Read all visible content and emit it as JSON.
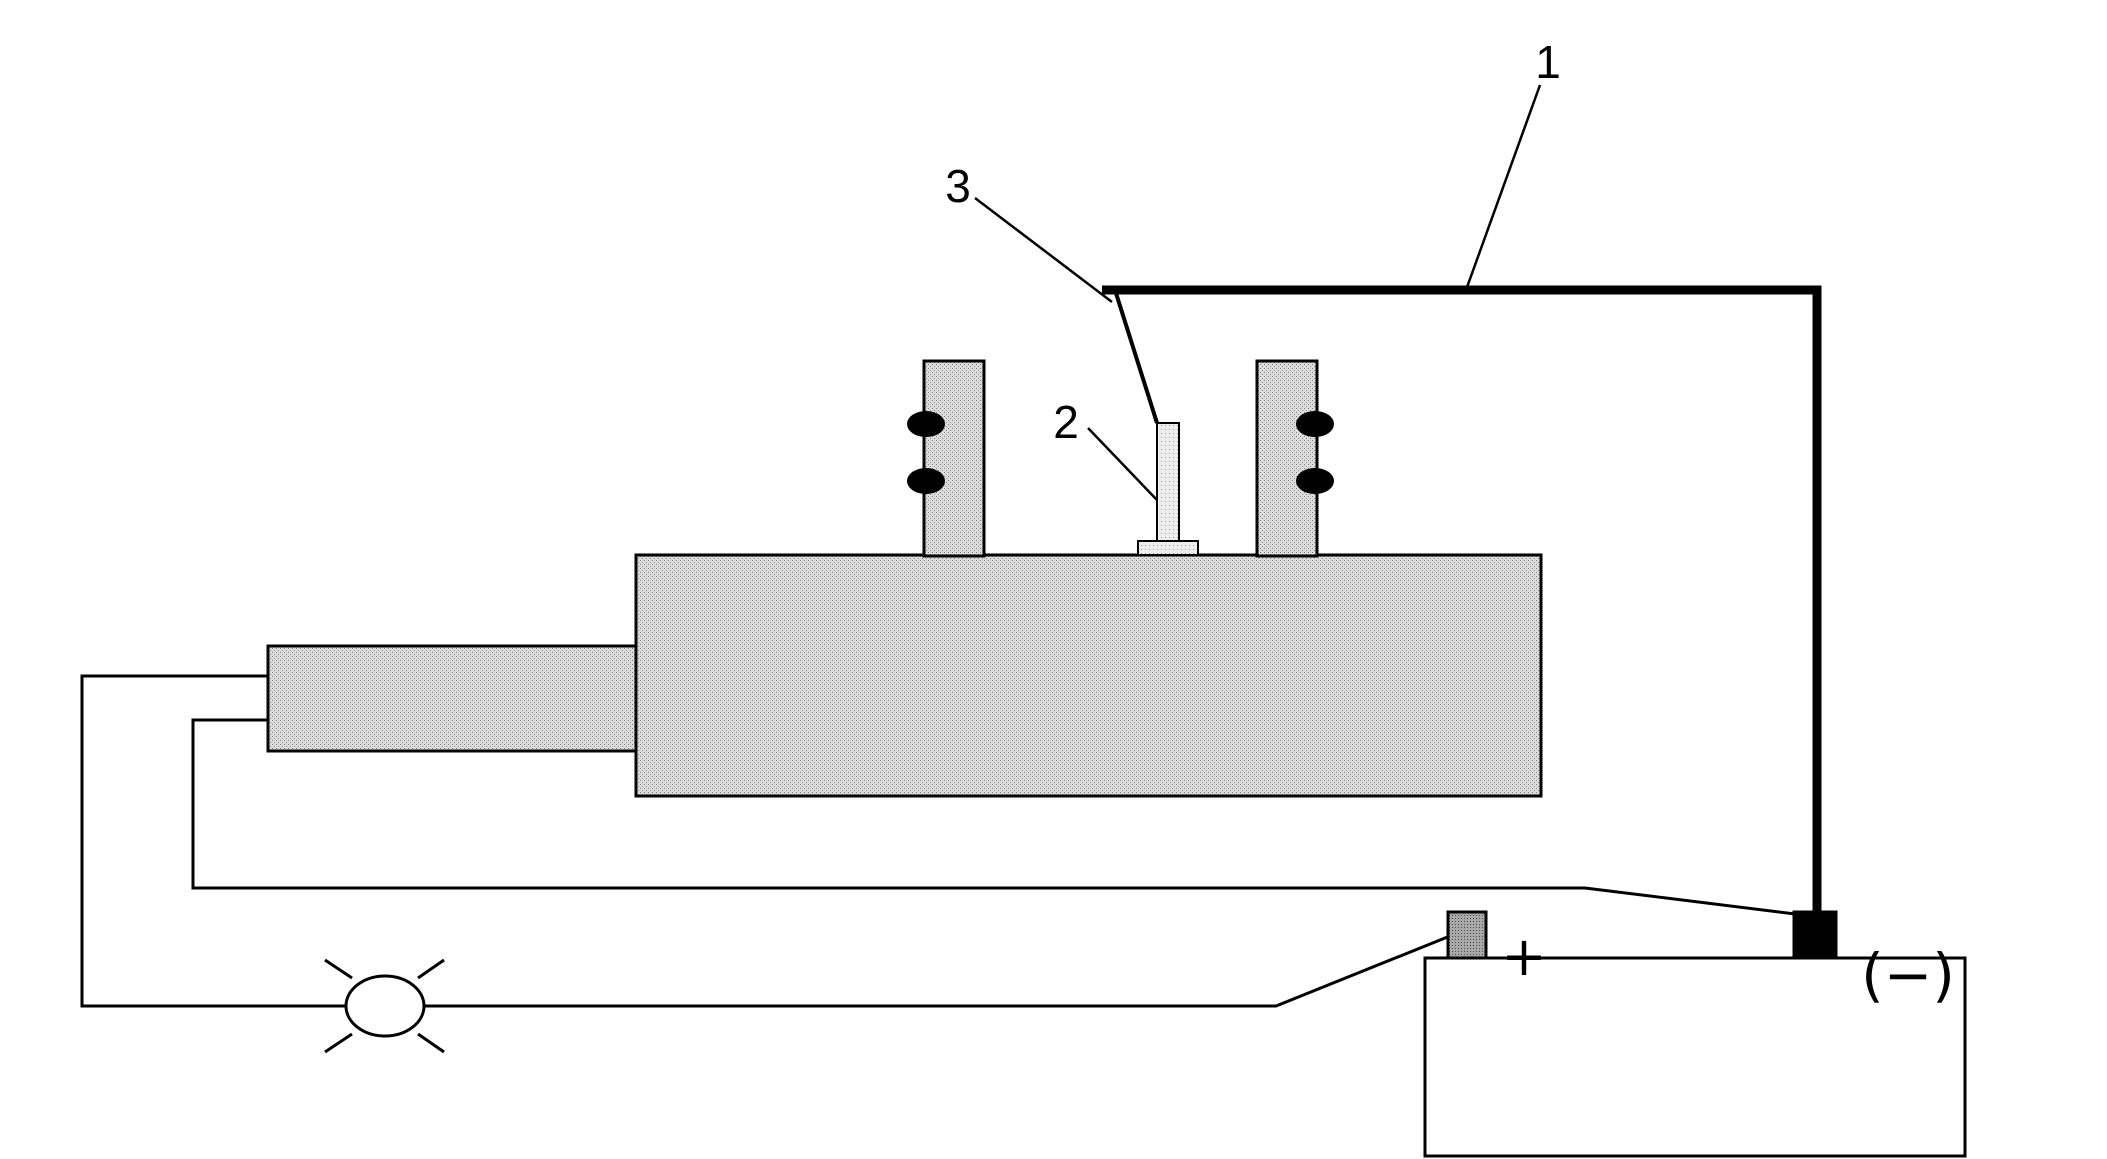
{
  "labels": {
    "callout_1": "1",
    "callout_2": "2",
    "callout_3": "3",
    "positive_terminal": "+",
    "negative_terminal": "(−)"
  },
  "colors": {
    "stroke": "#000000",
    "body_fill": "#d6d6d6",
    "bracket_fill": "#cfcfcf",
    "probe_fill": "#e2e2e2",
    "terminal_fill": "#9a9a9a",
    "background": "#ffffff"
  },
  "icons": {
    "lamp": "test-lamp-icon"
  }
}
